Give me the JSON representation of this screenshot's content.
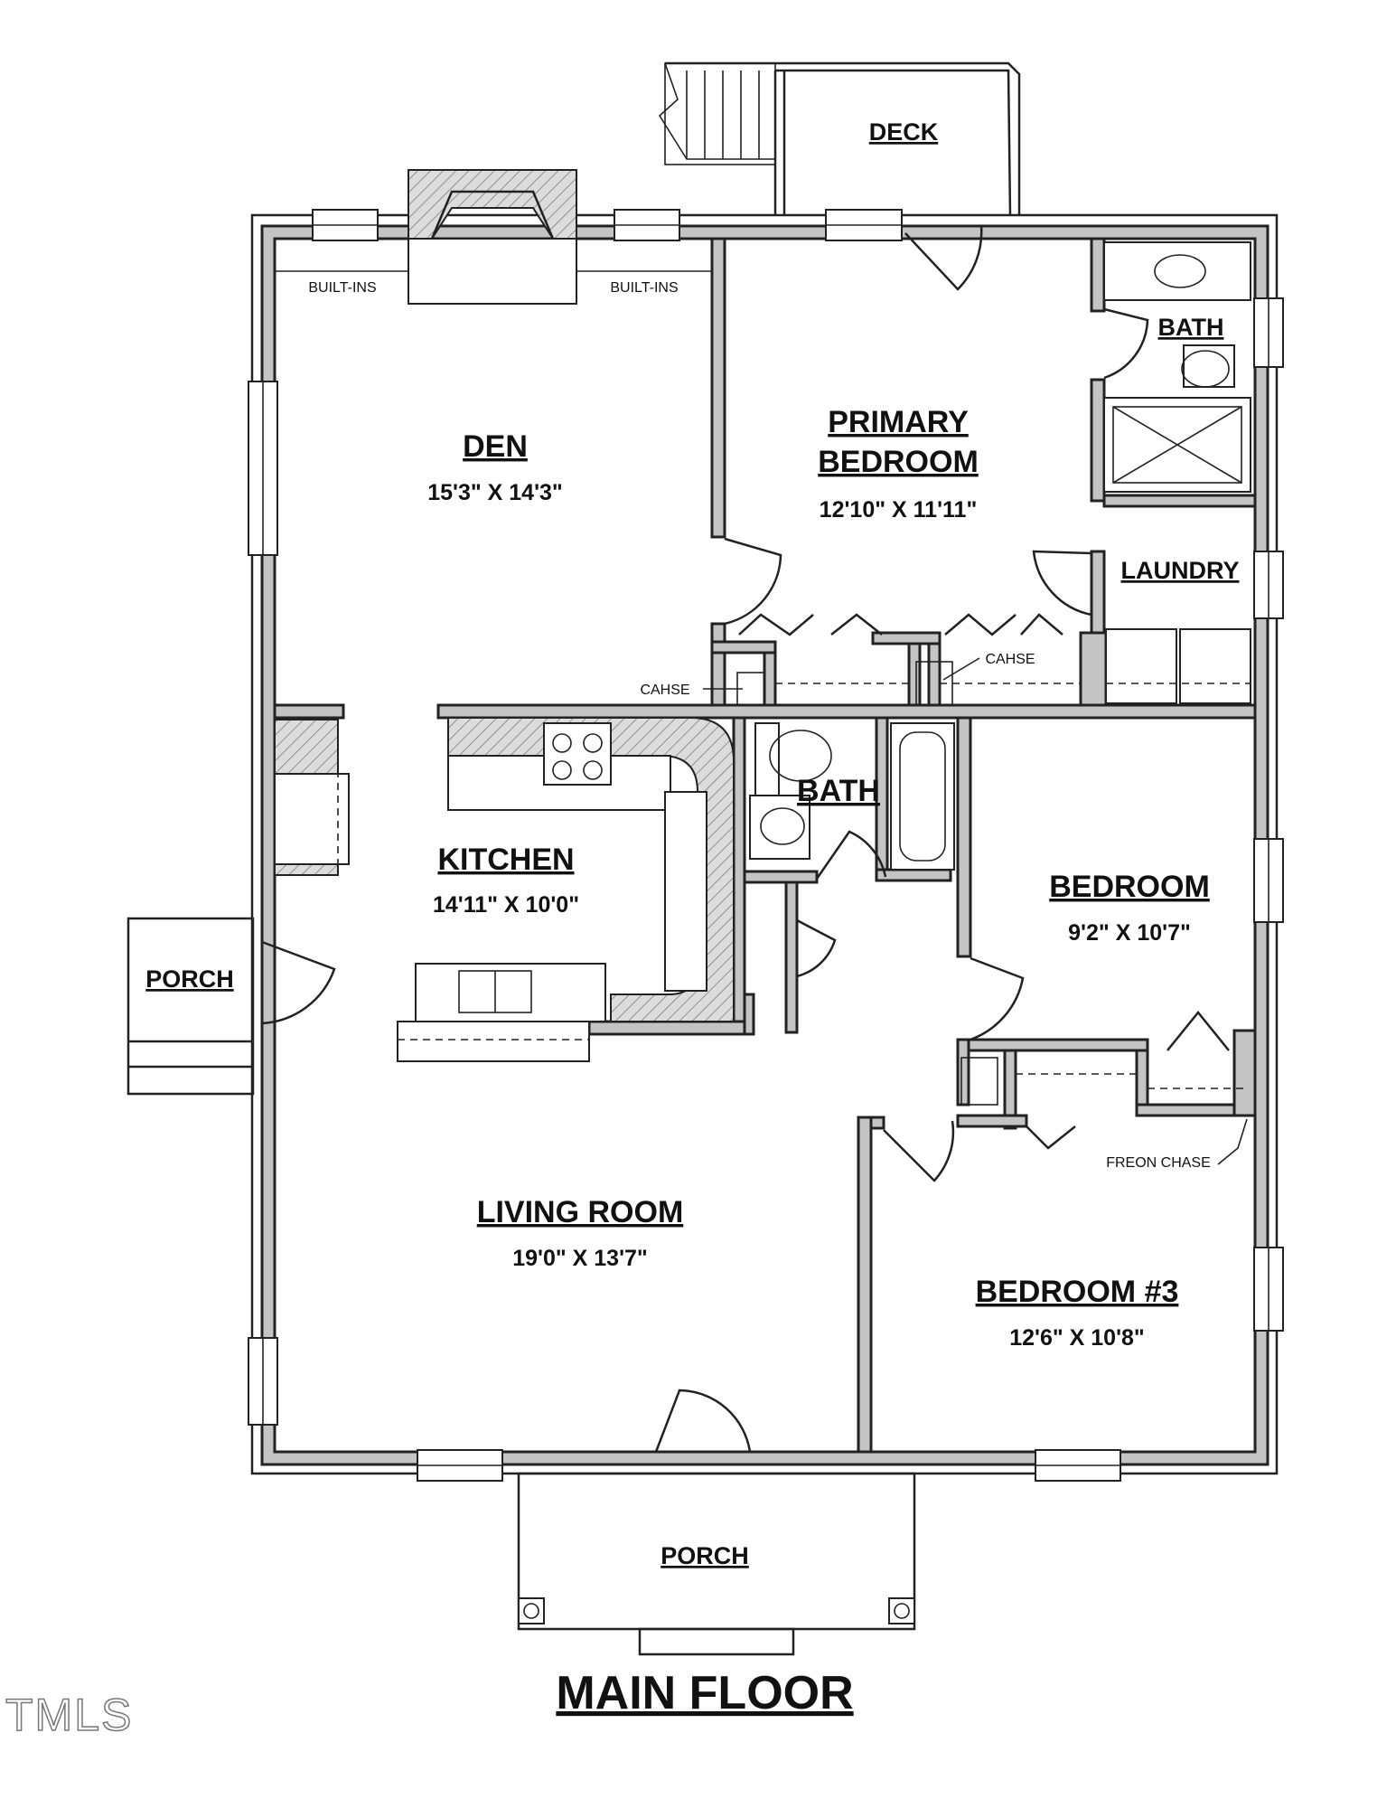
{
  "title": "MAIN FLOOR",
  "watermark": "TMLS",
  "rooms": {
    "den": {
      "name": "DEN",
      "dims": "15'3\" X 14'3\""
    },
    "primary_bedroom": {
      "name_line1": "PRIMARY",
      "name_line2": "BEDROOM",
      "dims": "12'10\" X 11'11\""
    },
    "primary_bath": {
      "name": "BATH"
    },
    "laundry": {
      "name": "LAUNDRY"
    },
    "kitchen": {
      "name": "KITCHEN",
      "dims": "14'11\" X 10'0\""
    },
    "hall_bath": {
      "name": "BATH"
    },
    "bedroom": {
      "name": "BEDROOM",
      "dims": "9'2\" X 10'7\""
    },
    "living_room": {
      "name": "LIVING ROOM",
      "dims": "19'0\" X 13'7\""
    },
    "bedroom3": {
      "name": "BEDROOM #3",
      "dims": "12'6\" X 10'8\""
    }
  },
  "exterior": {
    "deck": "DECK",
    "porch_side": "PORCH",
    "porch_front": "PORCH"
  },
  "annotations": {
    "built_ins_left": "BUILT-INS",
    "built_ins_right": "BUILT-INS",
    "chase_left": "CAHSE",
    "chase_right": "CAHSE",
    "freon_chase": "FREON CHASE"
  },
  "colors": {
    "wall_fill": "#c4c4c4",
    "line": "#222222"
  }
}
